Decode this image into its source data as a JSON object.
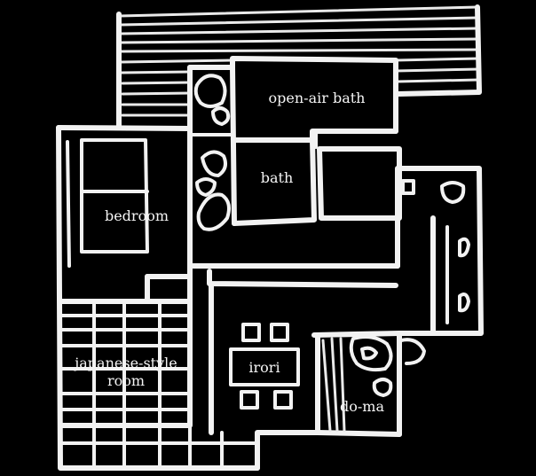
{
  "colors": {
    "background": "#000000",
    "ink": "#f2f2f2"
  },
  "rooms": {
    "open_air_bath": "open-air bath",
    "bath": "bath",
    "bedroom": "bedroom",
    "japanese_room": "japanese-style\nroom",
    "irori": "irori",
    "doma": "do-ma"
  }
}
